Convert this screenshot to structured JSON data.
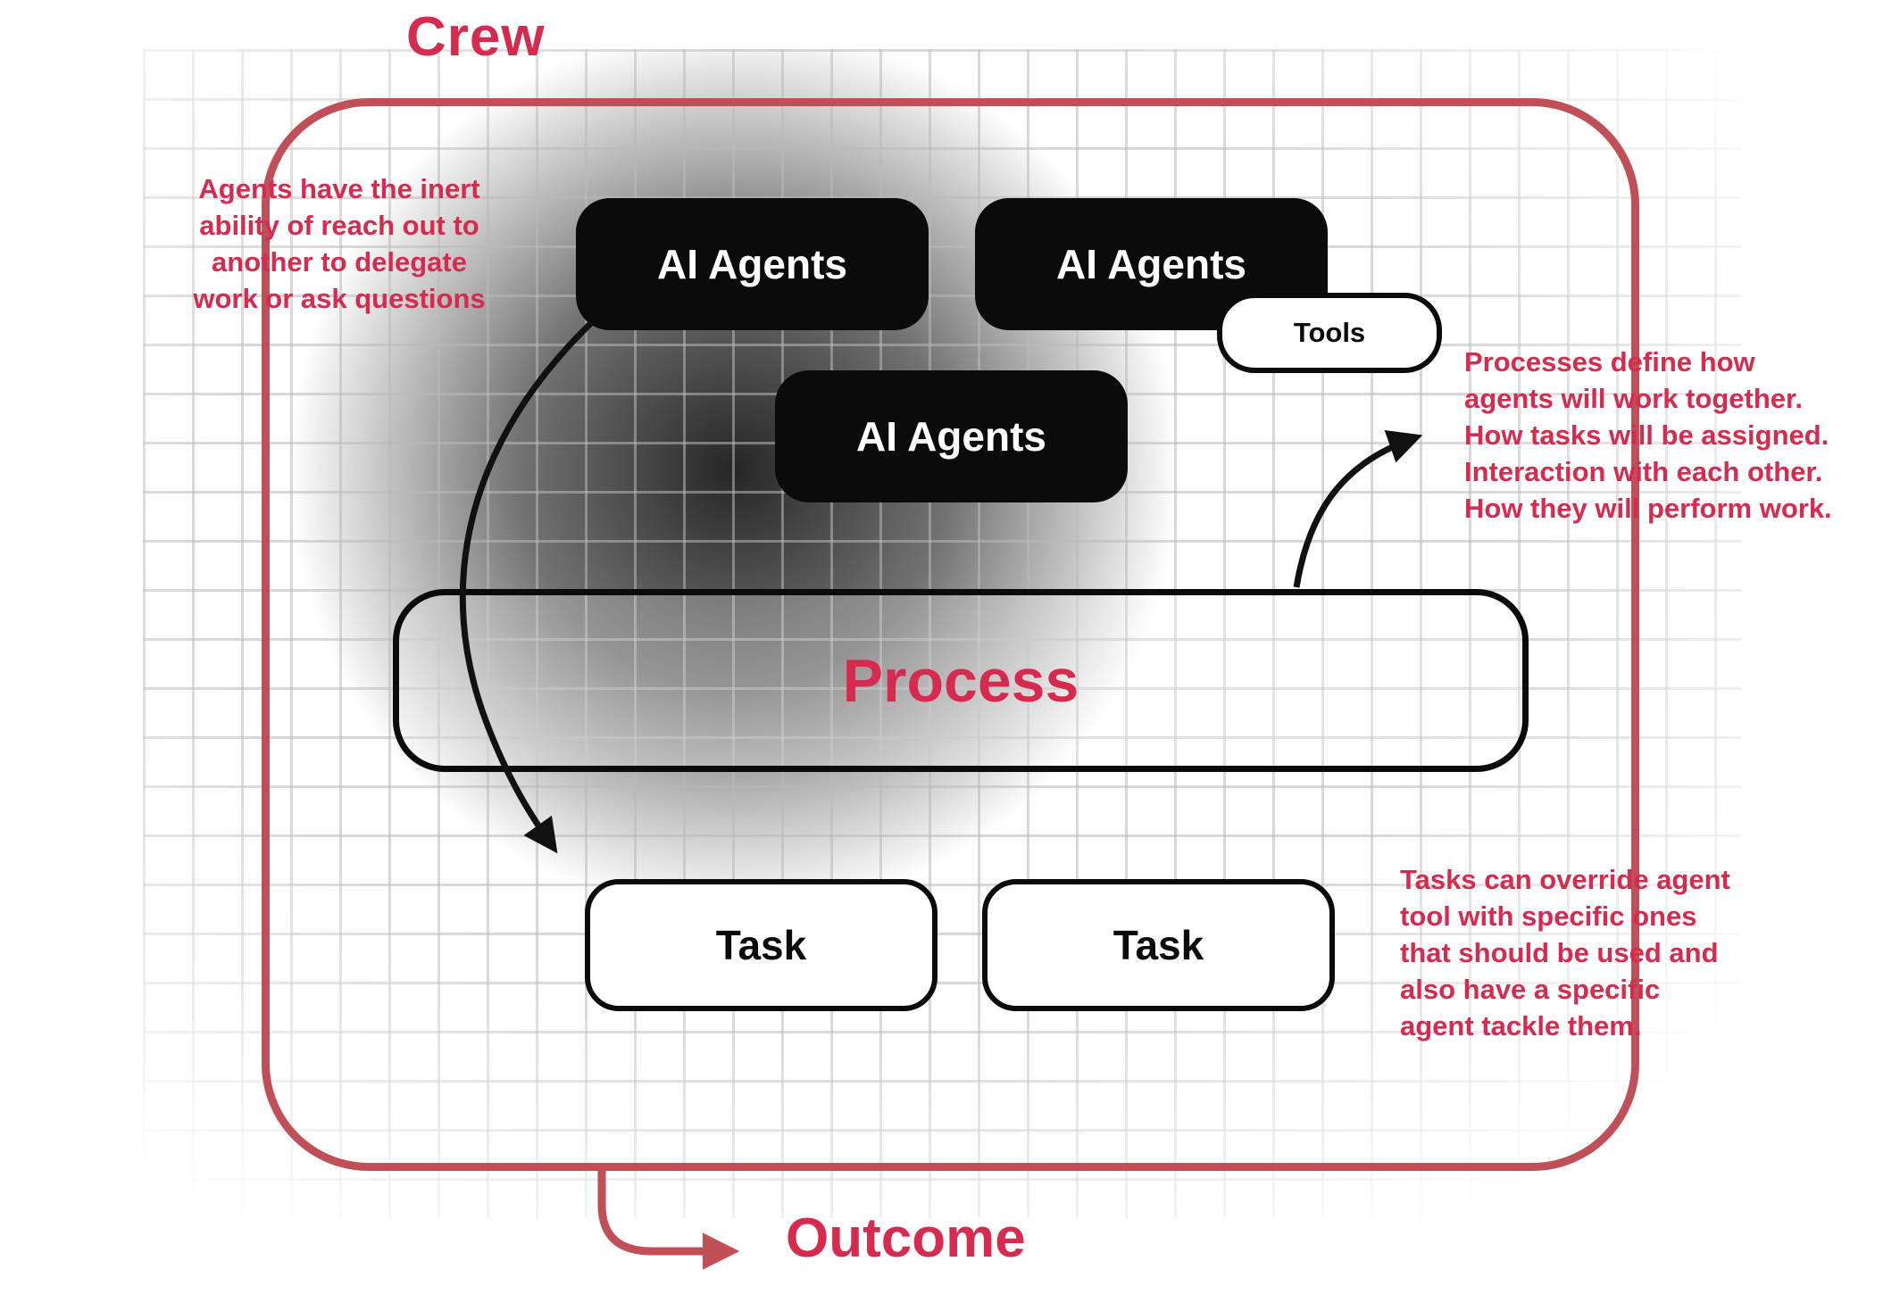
{
  "colors": {
    "accent": "#d62b4e",
    "border": "#c04f57",
    "ink": "#111111"
  },
  "crew": {
    "title": "Crew"
  },
  "nodes": {
    "agent1": {
      "label": "AI Agents"
    },
    "agent2": {
      "label": "AI Agents"
    },
    "agent3": {
      "label": "AI Agents"
    },
    "tools": {
      "label": "Tools"
    },
    "process": {
      "label": "Process"
    },
    "task1": {
      "label": "Task"
    },
    "task2": {
      "label": "Task"
    }
  },
  "annotations": {
    "left": "Agents have the inert\nability of reach out to\nanother to delegate\nwork or ask questions",
    "right": "Processes define how\nagents will work together.\nHow tasks will be assigned.\nInteraction with each other.\nHow they will perform work.",
    "bottom_right": "Tasks can override agent\ntool with specific ones\nthat should be used and\nalso have a specific\nagent tackle them."
  },
  "outcome": {
    "label": "Outcome"
  }
}
